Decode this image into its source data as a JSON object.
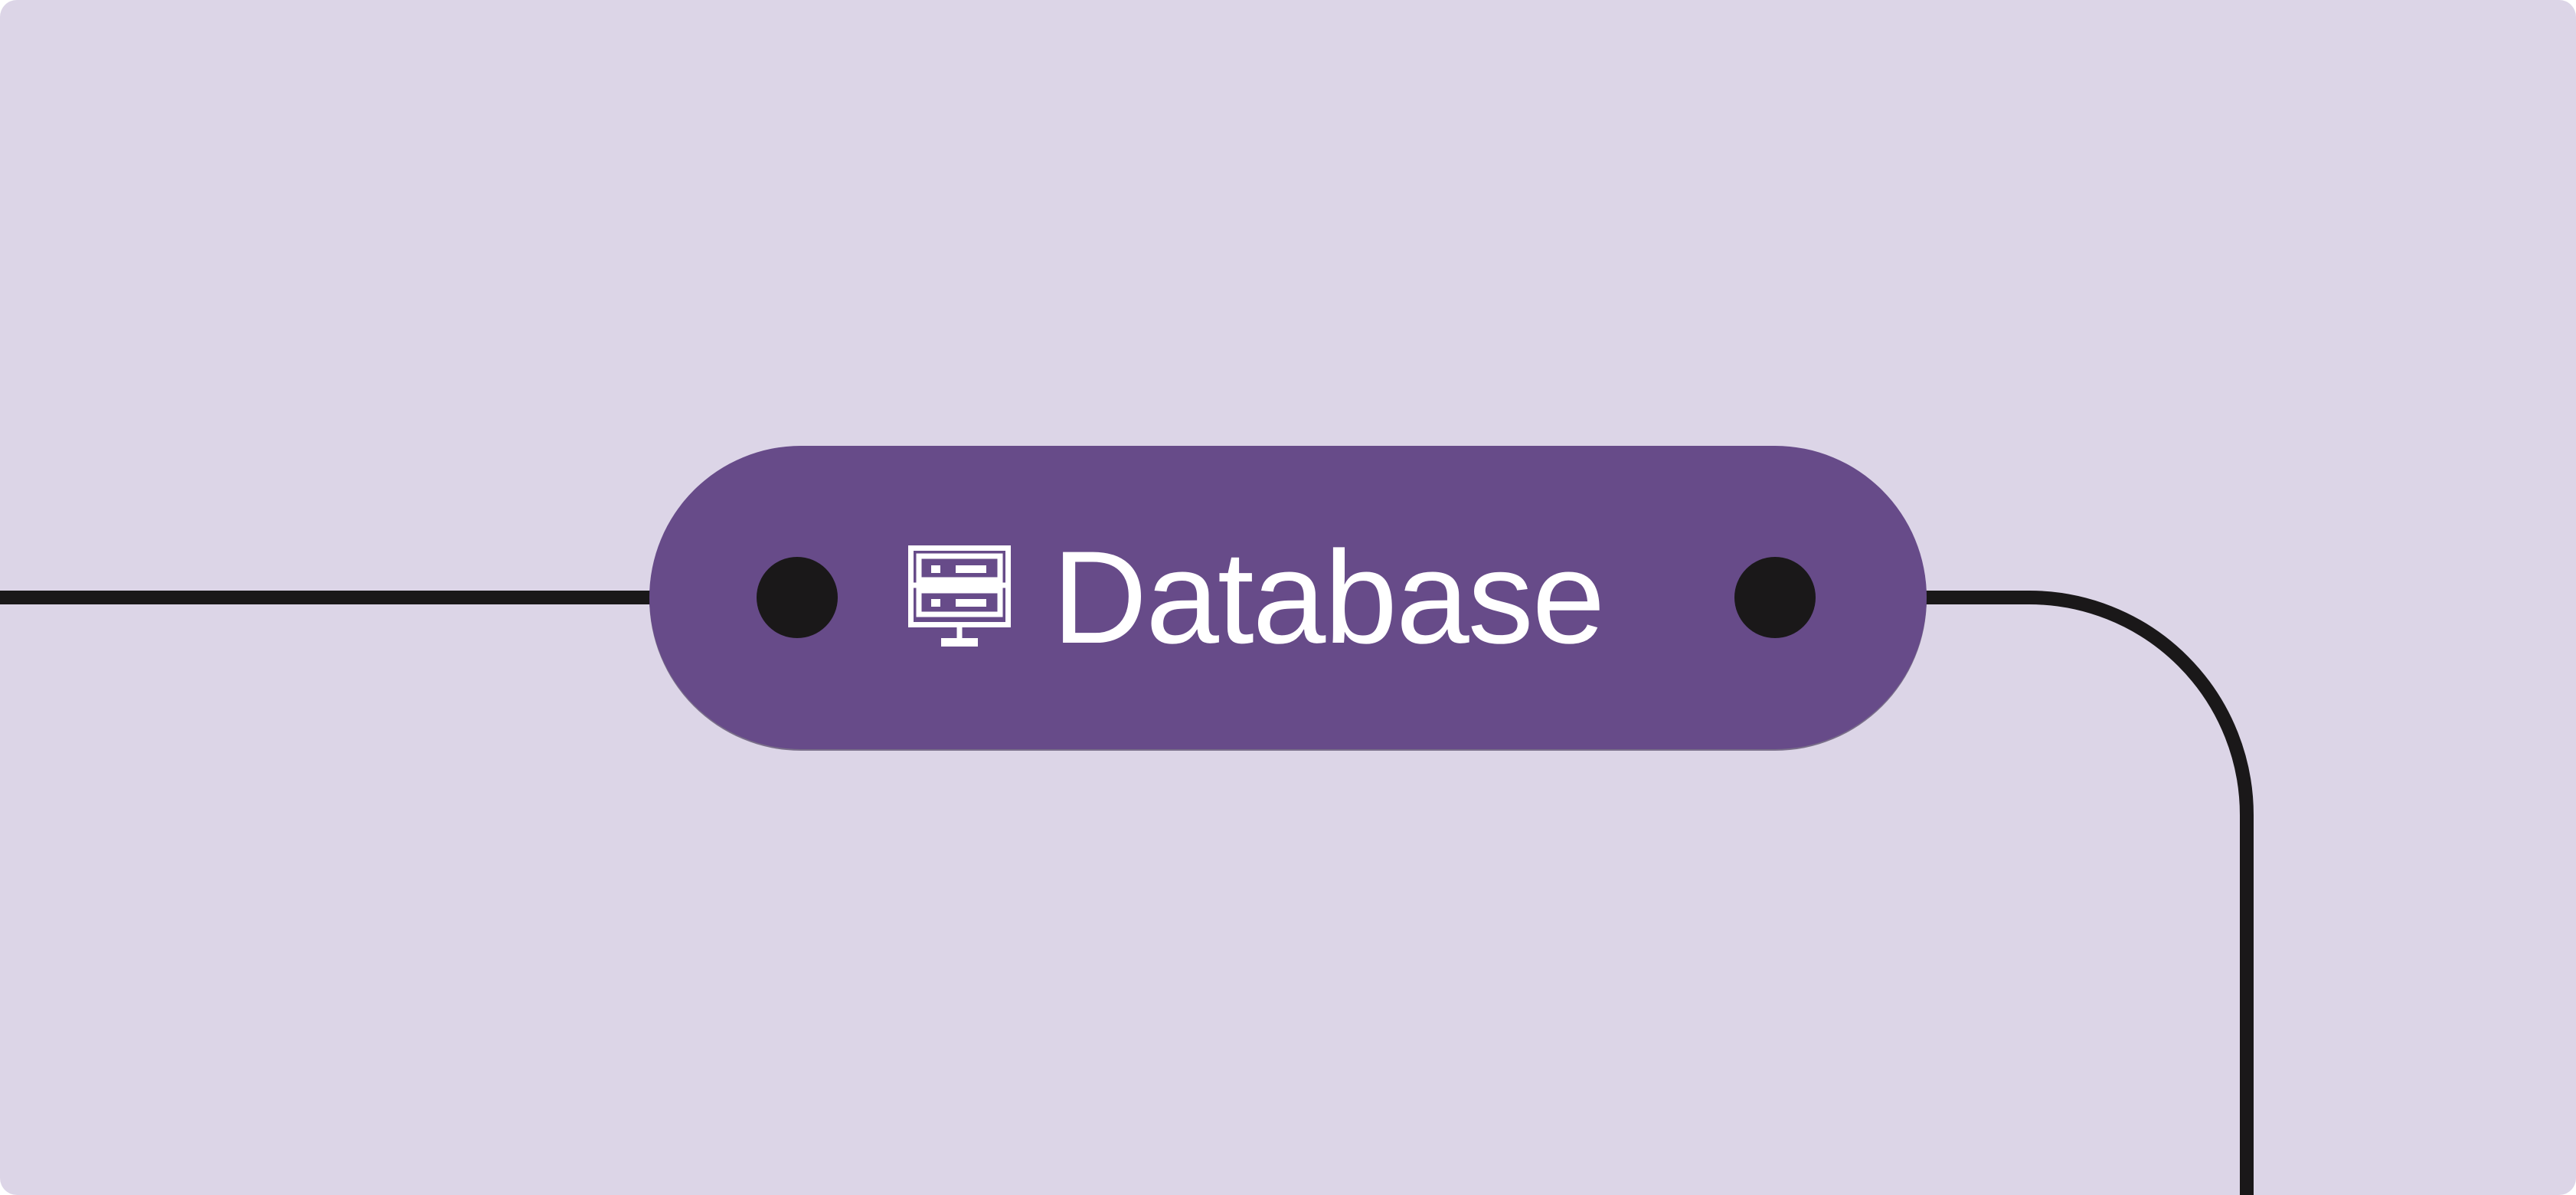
{
  "colors": {
    "background": "#dcd5e7",
    "node_fill": "#674b89",
    "node_text": "#ffffff",
    "edge": "#1a1819",
    "port": "#1a1819"
  },
  "node": {
    "label": "Database",
    "icon": "database-server-icon"
  },
  "edges": [
    {
      "from": "left-edge-of-canvas",
      "to": "node-input-port"
    },
    {
      "from": "node-output-port",
      "to": "bottom-edge-of-canvas"
    }
  ]
}
